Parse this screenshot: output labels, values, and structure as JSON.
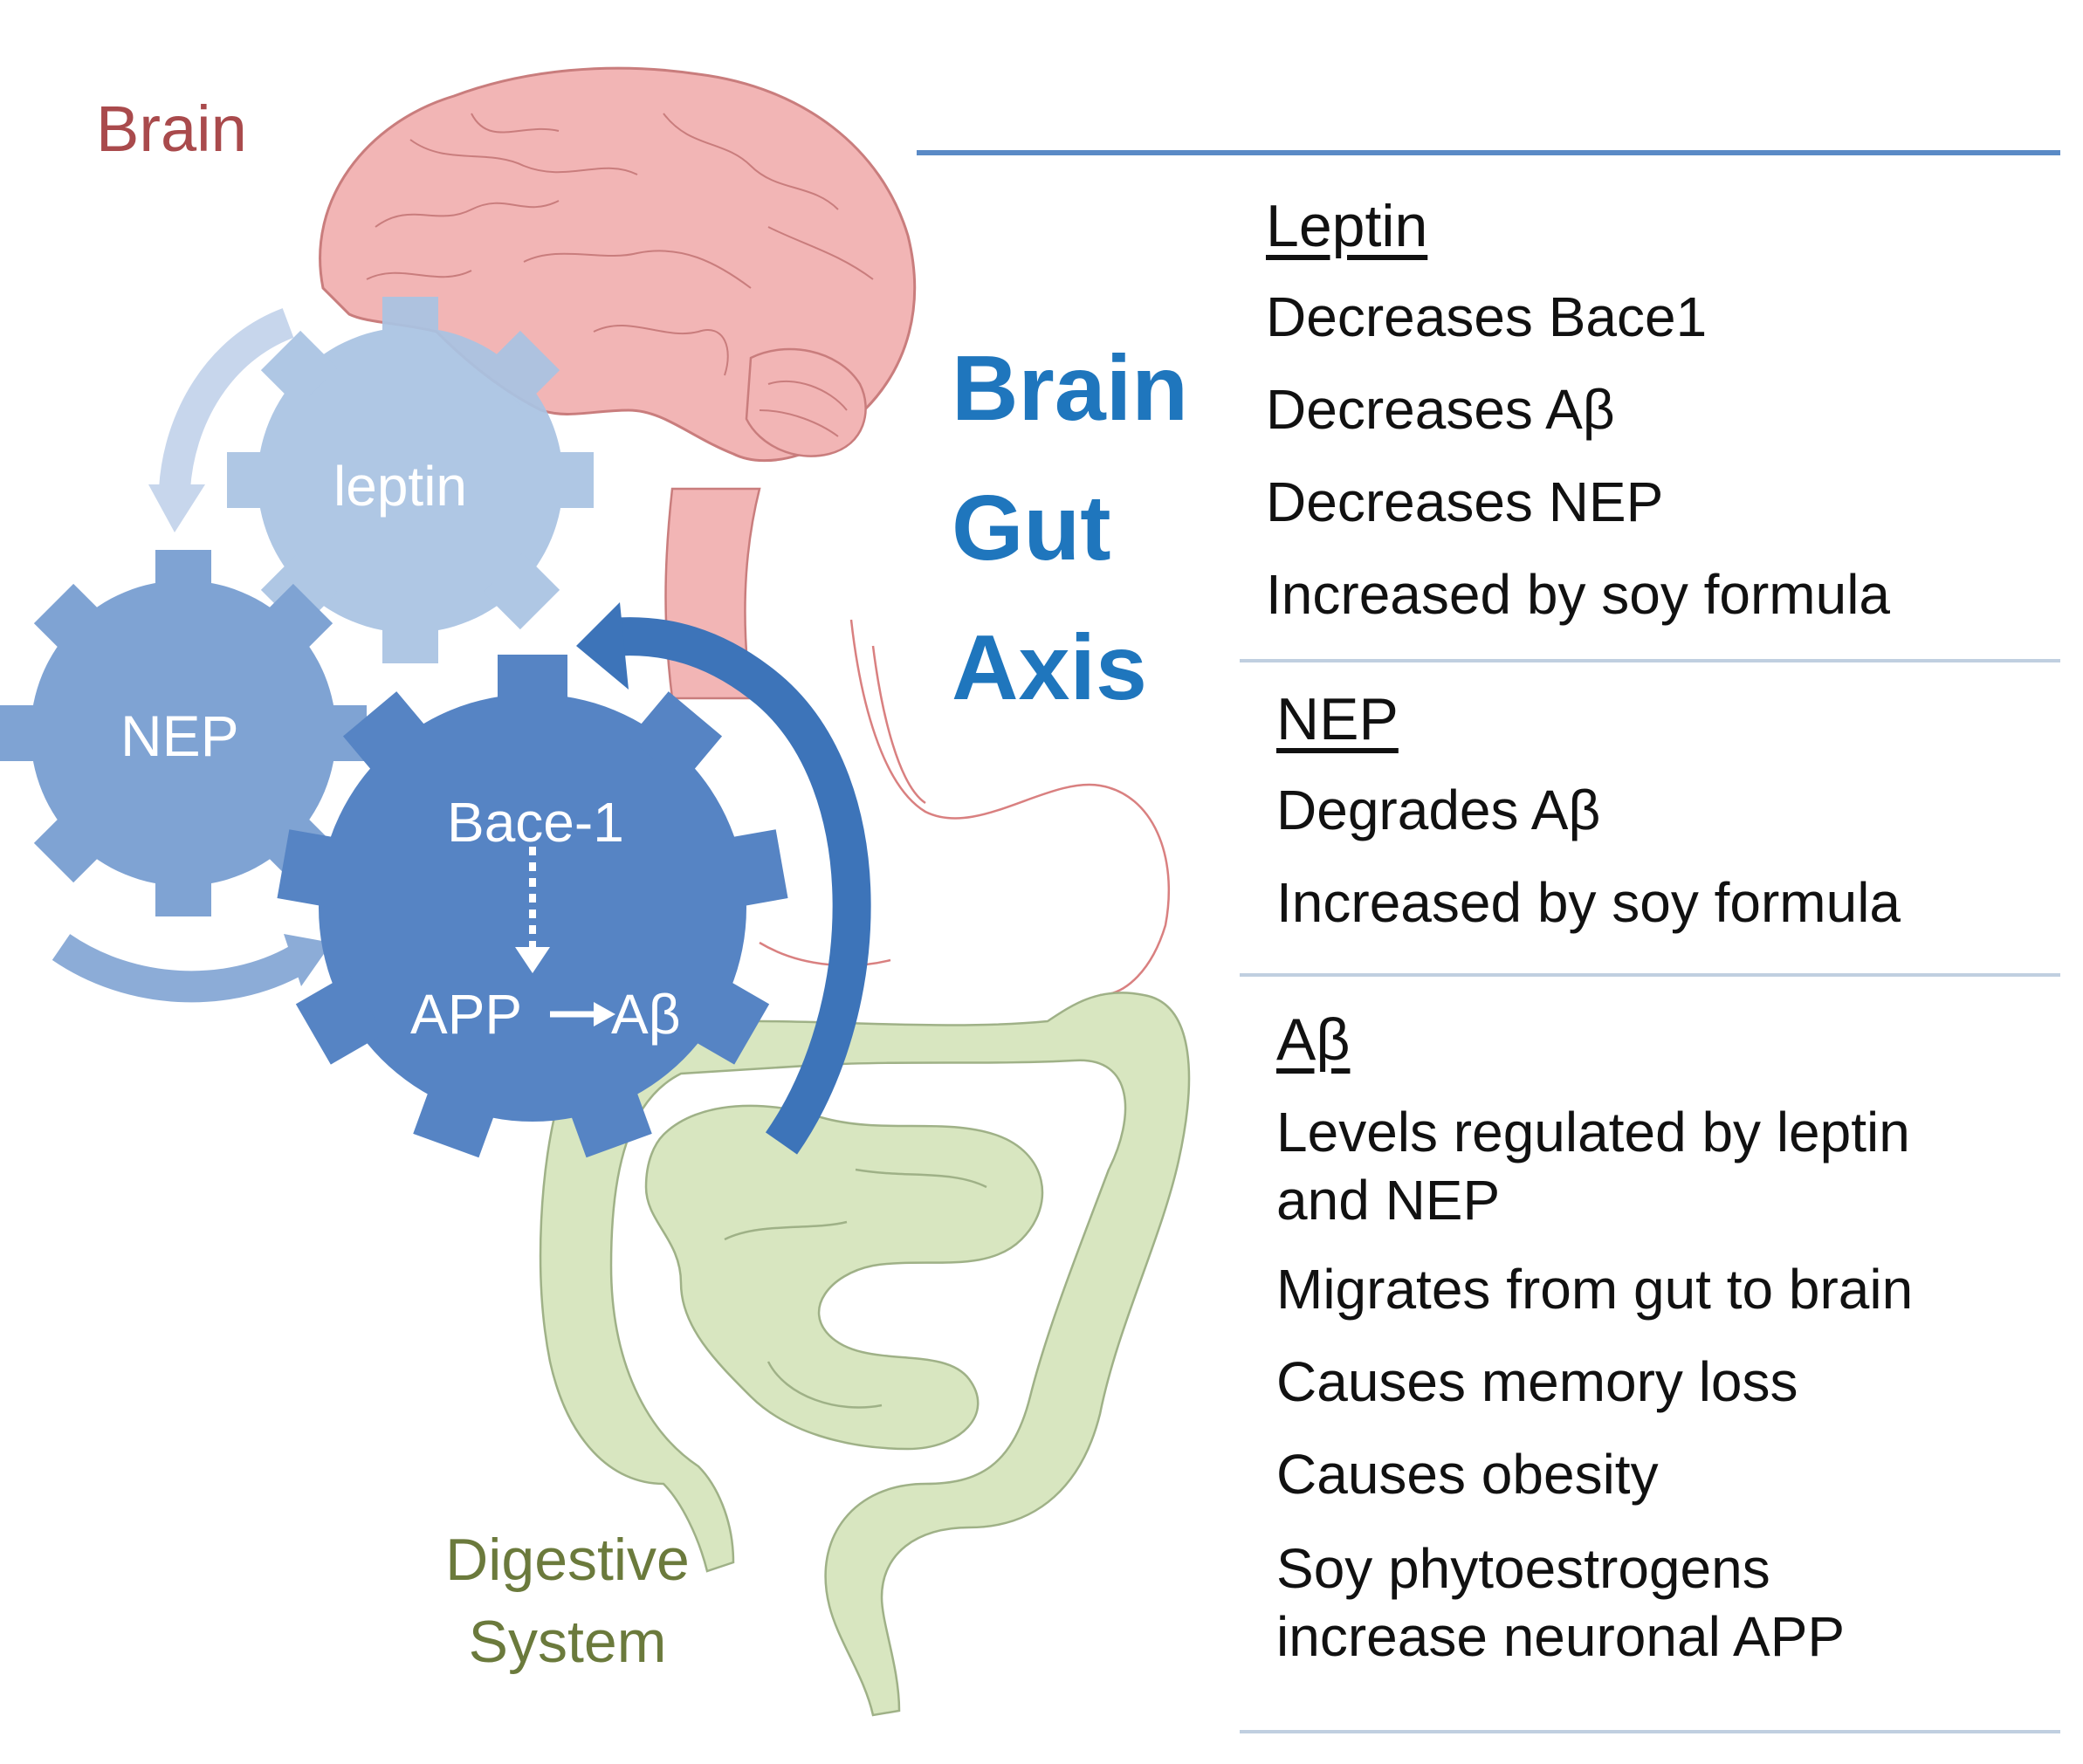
{
  "labels": {
    "brain": "Brain",
    "digestive_line1": "Digestive",
    "digestive_line2": "System"
  },
  "axis_title": [
    "Brain",
    "Gut",
    "Axis"
  ],
  "gears": {
    "leptin": "leptin",
    "nep": "NEP",
    "bace": "Bace-1",
    "app": "APP",
    "abeta": "Aβ"
  },
  "sections": [
    {
      "heading": "Leptin",
      "lines": [
        "Decreases Bace1",
        "Decreases Aβ",
        "Decreases NEP",
        "Increased by soy formula"
      ]
    },
    {
      "heading": "NEP",
      "lines": [
        "Degrades Aβ",
        "Increased by soy formula"
      ]
    },
    {
      "heading": "Aβ",
      "lines": [
        "Levels regulated by leptin and NEP",
        "Migrates from gut to brain",
        "Causes memory loss",
        "Causes obesity",
        "Soy phytoestrogens increase neuronal APP"
      ]
    }
  ],
  "colors": {
    "brain": "#f2b5b5",
    "gut": "#d8e6c0",
    "gear_leptin": "#a9c3e3",
    "gear_nep": "#7fa3d3",
    "gear_bace": "#5684c4",
    "axis_text": "#1f76bd",
    "rule": "#c0cfe0",
    "top_rule": "#5a8ac6"
  }
}
